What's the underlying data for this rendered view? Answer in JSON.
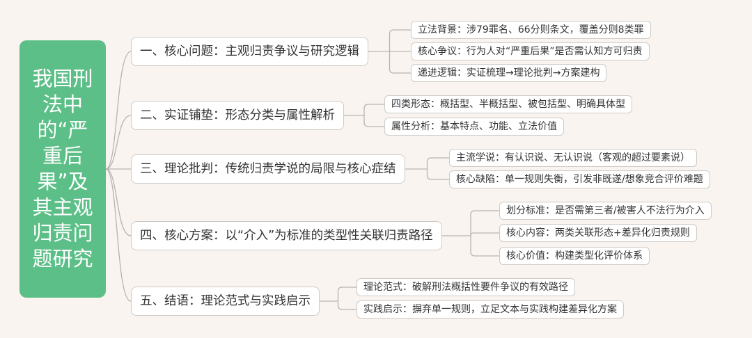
{
  "root": {
    "title": "我国刑法中的“严重后果”及其主观归责问题研究"
  },
  "branches": [
    {
      "label": "一、核心问题：主观归责争议与研究逻辑",
      "leaves": [
        "立法背景：涉79罪名、66分则条文，覆盖分则8类罪",
        "核心争议：行为人对“严重后果”是否需认知方可归责",
        "递进逻辑：实证梳理→理论批判→方案建构"
      ]
    },
    {
      "label": "二、实证铺垫：形态分类与属性解析",
      "leaves": [
        "四类形态：概括型、半概括型、被包括型、明确具体型",
        "属性分析：基本特点、功能、立法价值"
      ]
    },
    {
      "label": "三、理论批判：传统归责学说的局限与核心症结",
      "leaves": [
        "主流学说：有认识说、无认识说（客观的超过要素说）",
        "核心缺陷：单一规则失衡，引发非既遂/想象竞合评价难题"
      ]
    },
    {
      "label": "四、核心方案：以“介入”为标准的类型性关联归责路径",
      "leaves": [
        "划分标准：是否需第三者/被害人不法行为介入",
        "核心内容：两类关联形态+差异化归责规则",
        "核心价值：构建类型化评价体系"
      ]
    },
    {
      "label": "五、结语：理论范式与实践启示",
      "leaves": [
        "理论范式：破解刑法概括性要件争议的有效路径",
        "实践启示：摒弃单一规则，立足文本与实践构建差异化方案"
      ]
    }
  ],
  "colors": {
    "root": "#5cbf87",
    "background": "#f9f4ef",
    "line": "#b9b3ad"
  }
}
